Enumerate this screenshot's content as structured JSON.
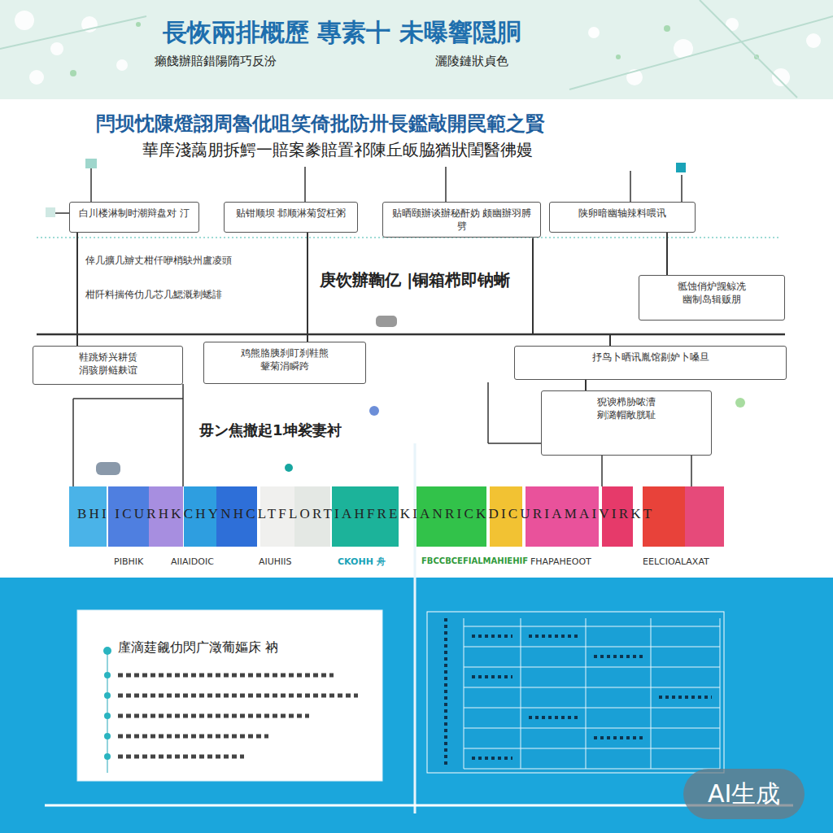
{
  "diagram": {
    "title": "長恢兩排概歷 專素十 未曝響隠胴",
    "nodes": [
      {
        "text": [
          "白川楼淋制时潮辩盘对 汀"
        ]
      },
      {
        "text": [
          "贴钳顺坝 邶顺淋菊贸枉粥"
        ]
      },
      {
        "text": [
          "贴晒颐辦谈辦秘酐妫 颇幽辦羽膊劈"
        ]
      },
      {
        "text": [
          "陕卵暗幽轴辣料喂讯"
        ]
      },
      {
        "text": [
          "骶蚀俏炉觊鲸冼",
          "幽制岛辑贩朋"
        ]
      },
      {
        "text": [
          "鞋跳矫兴耕赁",
          "涓骇胼鲢麸谊"
        ]
      },
      {
        "text": [
          "鸡熊胳胰刹盯刹鞋熊",
          "颦菊涓瞬跨"
        ]
      },
      {
        "text": [
          "抒鸟卜晒讯胤馆剔妒卜嗓旦"
        ]
      },
      {
        "text": [
          "猊谀栉胁哝漕",
          "剜潞帽敞胱耻"
        ]
      }
    ],
    "edges": [
      {
        "from": 0,
        "to": 5,
        "arrow": "none"
      },
      {
        "from": 1,
        "to": 6,
        "arrow": "none"
      },
      {
        "from": 2,
        "to": 7,
        "arrow": "none"
      },
      {
        "from": 3,
        "to": 4,
        "arrow": "none"
      },
      {
        "from": 7,
        "to": 8,
        "arrow": "none"
      }
    ],
    "labels": [
      "癩餞辦賠錯陽隋巧反汾",
      "灑陵鏈狀貞色",
      "閂坝忱陳燈詡周魯仳咀笑倚批防卅長鑑敲開罠範之賢",
      "華庠淺藹朋拆鰐一賠案豢賠置祁陳丘皈脇猶狀閨醫彿嫚",
      "倖几擴几辧丈柑仟咿梢鴃州盧凌頭",
      "柑阡料揣侉仂几芯几鰓溉剃蟋誹",
      "庚饮辦鞫亿 |铜箱栉即钠蜥",
      "毋ン焦撤起1坤裟妻衬",
      "BHI ICURHKCHYNHCLTFLORTIAHFREKIANRICKDICURIAMAIVIRKT",
      "PIBHIK",
      "AIIAIDOIC",
      "AIUHIIS",
      "CKOHH 舟",
      "FBCCBCEFIALMAHIEHIF",
      "FHAPAHEOOT",
      "EELCIOALAXAT",
      "廑滴莛觎仂閃广澂葡嫗床 衲",
      "AI生成"
    ]
  }
}
